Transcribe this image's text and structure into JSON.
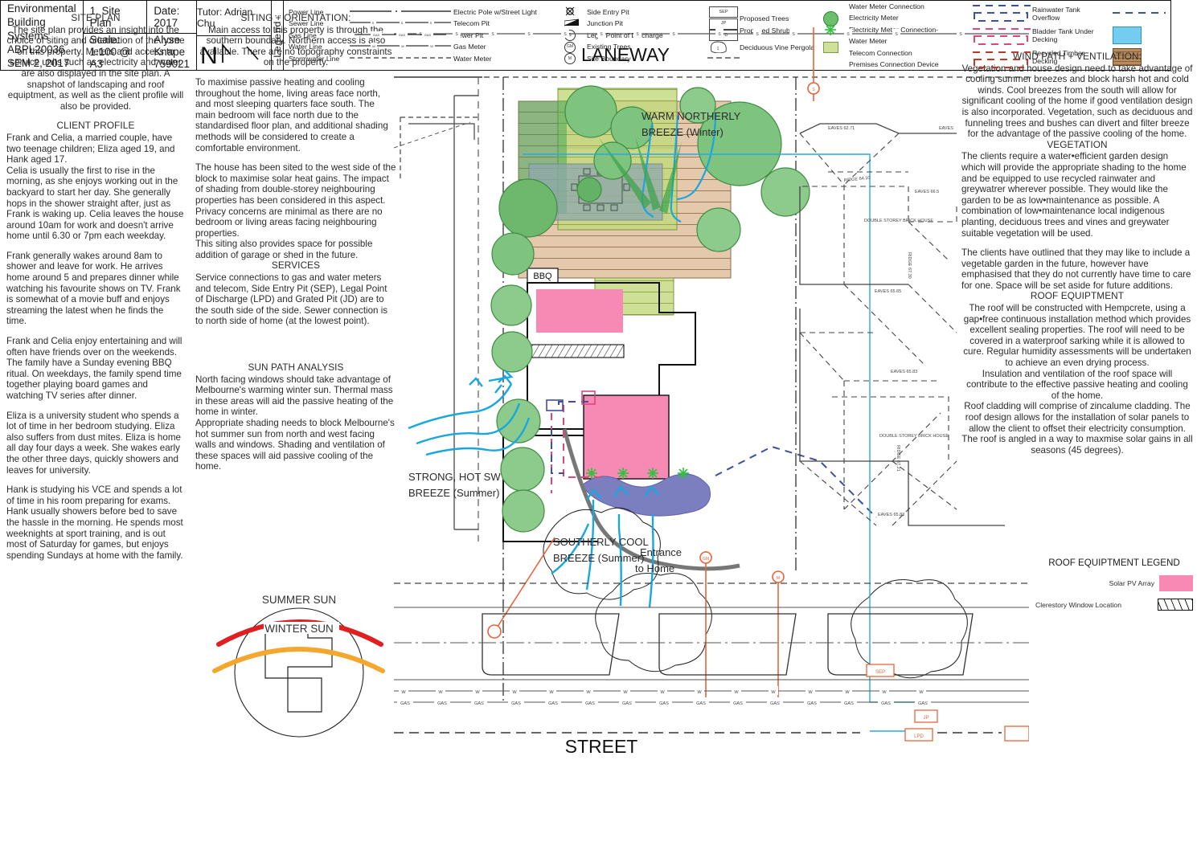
{
  "document": {
    "type": "architectural-site-plan",
    "sheet_title": "1. Site Plan"
  },
  "col_left": {
    "site_plan_heading": "SITE PLAN",
    "site_plan_body": "The site plan provides an insight into the choice of siting and orientation of the home on this property. Meters and access to service units such as electricity and water are also displayed in the site plan. A snapshot of landscaping and roof equiptment, as well as the client profile will also be provided.",
    "client_profile_heading": "CLIENT PROFILE",
    "client_profile_p1": "Frank and Celia, a married couple, have two teenage children; Eliza aged 19, and Hank aged 17.",
    "client_profile_p2": "Celia is usually the first to rise in the morning, as she enjoys working out in the backyard to start her day. She generally hops in the shower straight after, just as Frank is waking up. Celia leaves the house around 10am for work and doesn't arrive home until 6.30 or 7pm each weekday.",
    "client_profile_p3": "Frank generally wakes around 8am to shower and leave for work. He arrives home around 5 and prepares dinner while watching his favourite shows on TV. Frank is somewhat of a movie buff and enjoys streaming the latest when he finds the time.",
    "client_profile_p4": "Frank and Celia enjoy entertaining and will often have friends over on the weekends. The family have a Sunday evening BBQ ritual. On weekdays, the family spend time together playing board games and watching TV series after dinner.",
    "client_profile_p5": "Eliza is a university student who spends a lot of time in her bedroom studying. Eliza also suffers from dust mites. Eliza is home all day four days a week. She wakes early the other three days, quickly showers and leaves for university.",
    "client_profile_p6": "Hank is studying his VCE and spends a lot of time in his room preparing for exams. Hank usually showers before bed to save the hassle in the morning. He spends most weeknights at sport training, and is out most of Saturday for games, but enjoys spending Sundays at home with the family."
  },
  "col_mid": {
    "siting_heading": "SITING + ORIENTATION:",
    "siting_p1": "Main access to this property is through the southern boundary. Northern access is also available. There are no topography constraints on the property.",
    "siting_p2": "To maximise passive heating and cooling throughout the home, living areas face north, and most sleeping quarters face south. The main bedroom will face north due to the standardised floor plan, and additional shading methods will be considered to create a comfortable environment.",
    "siting_p3": "The house has been sited to the west side of the block to maximise solar heat gains. The impact of shading from double-storey neighbouring properties has been considered in this aspect. Privacy concerns are minimal as there are no bedroom or living areas facing neighbouring properties.",
    "siting_p4": "This siting also provides space for possible addition of garage or shed in the future.",
    "services_heading": "SERVICES",
    "services_body": "Service connections to gas and water meters and telecom, Side Entry Pit (SEP), Legal Point of Discharge (LPD) and Grated Pit (JD) are to the south side of the side. Sewer connection is to north side of home (at the lowest point).",
    "sun_path_heading": "SUN PATH ANALYSIS",
    "sun_path_p1": "North facing windows should take advantage of Melbourne's warming winter sun. Thermal mass in these areas will aid the passive heating of the home in winter.",
    "sun_path_p2": "Appropriate shading needs to block Melbourne's hot summer sun from north and west facing walls and windows. Shading and ventilation of these spaces will aid passive cooling of the home."
  },
  "col_right": {
    "wind_heading": "WIND PATH + VENTILATION:",
    "wind_body": "Vegetation and house design need to take advantage of cooling summer breezes and block harsh hot and cold winds. Cool breezes from the south will allow for significant cooling of the home if good ventilation design is also incorporated. Vegetation, such as deciduous and funneling trees and bushes can divert and filter breeze for the advantage of the passive cooling of the home.",
    "vegetation_heading": "VEGETATION",
    "vegetation_p1": "The clients require a water•efficient garden design which will provide the appropriate shading to the home and be equipped to use recycled rainwater and greywatrer wherever possible. They would like the garden to be as low•maintenance as possible. A combination of low•maintenance local indigenous planting, deciduous trees and vines and greywater suitable vegetation will be used.",
    "vegetation_p2": "The clients have outlined that they may like to include a vegetable garden in the future, however have emphasised that they do not currently have time to care for one. Space will be set aside for future additions.",
    "roof_heading": "ROOF EQUIPTMENT",
    "roof_p1": "The roof will be constructed with Hempcrete, using a gap•free continuous installation method which provides excellent sealing properties. The roof will need to be covered in a waterproof sarking while it is allowed to cure. Regular humidity assessments will be undertaken to achieve an even drying process.",
    "roof_p2": "Insulation and ventilation of the roof space will contribute to the effective passive heating and cooling of the home.",
    "roof_p3": "Roof cladding will comprise of zincalume cladding. The roof design allows for the installation of solar panels to allow the client to offset their electricity consumption. The roof is angled in a way to maxmise solar gains in all seasons (45 degrees)."
  },
  "roof_legend": {
    "title": "ROOF EQUIPTMENT LEGEND",
    "items": [
      {
        "label": "Solar PV Array",
        "swatch": "pink-fill",
        "color": "#f68ab4"
      },
      {
        "label": "Clerestory Window Location",
        "swatch": "hatched-box",
        "color": "#111111"
      }
    ]
  },
  "sun_path_diagram": {
    "summer_label": "SUMMER SUN",
    "winter_label": "WINTER SUN",
    "summer_color": "#e02020",
    "winter_color": "#f4a72c"
  },
  "plan_annotations": {
    "laneway": "LANEWAY",
    "street": "STREET",
    "warm_breeze": "WARM NORTHERLY",
    "warm_breeze_2": "BREEZE (Winter)",
    "sw_breeze": "STRONG, HOT SW",
    "sw_breeze_2": "BREEZE (Summer)",
    "southerly_breeze": "SOUTHERLY COOL",
    "southerly_breeze_2": "BREEZE (Summer)",
    "entrance": "Entrance",
    "entrance_2": "to Home",
    "bbq": "BBQ",
    "neighbour_house": "DOUBLE STOREY BRICK HOUSE",
    "neighbour_house_2": "DOUBLE STOREY BRICK HOUSE",
    "eaves_1": "EAVES 62.71",
    "eaves_2": "EAVES",
    "ridge_1": "RIDGE 64.10",
    "eaves_3": "EAVES 66.5",
    "ridge_2": "RIDGE 67.30",
    "eaves_4": "EAVES 65.65",
    "eaves_5": "EAVES 65.83",
    "ridge_3": "RIDGE 67.21",
    "eaves_6": "EAVES 65.83",
    "pit_sep": "SEP",
    "pit_jp": "JP",
    "pit_lpd": "LPD",
    "marker_s": "S",
    "marker_gas": "GAS",
    "marker_w": "W",
    "marker_gm": "GM",
    "marker_m": "M"
  },
  "title_block": {
    "course_line1": "Environmental Building Systems",
    "course_line2": "ABPL20036",
    "course_line3": "SEM 2, 2017",
    "sheet_name": "1. Site Plan",
    "scale": "Scale: 1:100 @ A3",
    "date": "Date: 2017",
    "author": "Alyse Knape 759021",
    "tutor": "Tutor: Adrian Chu",
    "north_letter": "N",
    "legend_label": "Legend :"
  },
  "legend": {
    "group1": [
      {
        "label": "Power Line",
        "symbol": "power-line"
      },
      {
        "label": "Sewer Line",
        "symbol": "sewer-line"
      },
      {
        "label": "Gas Line",
        "symbol": "gas-line"
      },
      {
        "label": "Water Line",
        "symbol": "water-line"
      },
      {
        "label": "Stormwater Line",
        "symbol": "stormwater-line"
      }
    ],
    "group2": [
      {
        "label": "Electric Pole w/Street Light",
        "symbol": "electric-pole-icon"
      },
      {
        "label": "Telecom Pit",
        "symbol": "telecom-pit-icon"
      },
      {
        "label": "Sewer Pit",
        "symbol": "sewer-pit-icon",
        "code": "S"
      },
      {
        "label": "Gas Meter",
        "symbol": "gas-meter-icon",
        "code": "GM"
      },
      {
        "label": "Water Meter",
        "symbol": "water-meter-icon",
        "code": "M"
      }
    ],
    "group3": [
      {
        "label": "Side Entry Pit",
        "symbol": "box-code",
        "code": "SEP"
      },
      {
        "label": "Junction Pit",
        "symbol": "box-code",
        "code": "JP"
      },
      {
        "label": "Legal Point of Discharge",
        "symbol": "box-code",
        "code": "LPD"
      },
      {
        "label": "Existing Trees",
        "symbol": "existing-tree-icon",
        "code": "1"
      },
      {
        "label": "Site Boundary",
        "symbol": "site-boundary-line"
      }
    ],
    "group4": [
      {
        "label": "Proposed Trees",
        "symbol": "proposed-tree-icon",
        "color": "#6cc06c"
      },
      {
        "label": "Proposed Shrubs",
        "symbol": "proposed-shrub-icon",
        "color": "#44c94f"
      },
      {
        "label": "Deciduous Vine Pergola",
        "symbol": "pergola-swatch",
        "color": "#cfe09a"
      }
    ],
    "group5": [
      {
        "label": "Water Meter Connection",
        "symbol": "dash-line",
        "color": "#3f4fa0"
      },
      {
        "label": "Electricity Meter",
        "symbol": "dash-line",
        "color": "#3f4fa0"
      },
      {
        "label": "Electricity Meter Connection-",
        "symbol": "dash-line",
        "color": "#e0457b"
      },
      {
        "label": "Water Meter",
        "symbol": "dash-line",
        "color": "#e0457b"
      },
      {
        "label": "Telecom Connection",
        "symbol": "dash-line",
        "color": "#c0392b"
      },
      {
        "label": "Premises Connection Device",
        "symbol": "dash-line",
        "color": "#c0392b"
      }
    ],
    "group6": [
      {
        "label": "Rainwater Tank Overflow",
        "symbol": "dash-line",
        "color": "#3f4fa0"
      },
      {
        "label": "Bladder Tank Under Decking",
        "symbol": "blue-swatch",
        "color": "#74cdf0"
      },
      {
        "label": "Recycled Timber Decking",
        "symbol": "timber-swatch",
        "color": "#b98c5e"
      }
    ]
  }
}
